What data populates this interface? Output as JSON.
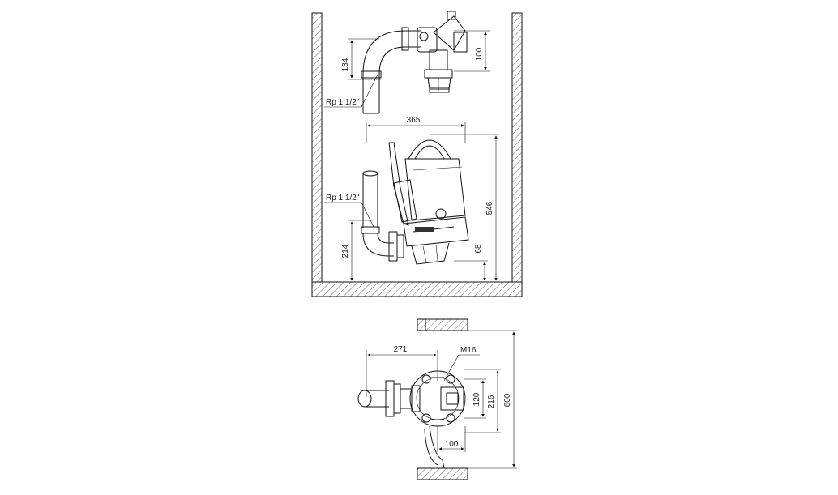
{
  "labels": {
    "rp_top": "Rp 1 1/2\"",
    "rp_mid": "Rp 1 1/2\"",
    "m16": "M16"
  },
  "dimensions": {
    "d134": "134",
    "d100_top": "100",
    "d365": "365",
    "d546": "546",
    "d214": "214",
    "d68": "68",
    "d271": "271",
    "d120": "120",
    "d216": "216",
    "d600": "600",
    "d100_bottom": "100"
  }
}
